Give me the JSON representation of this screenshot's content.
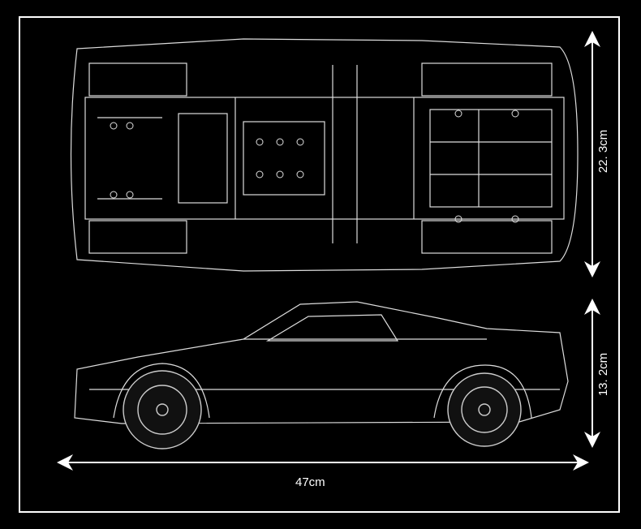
{
  "dimensions": {
    "width_top": "22. 3cm",
    "height_side": "13. 2cm",
    "length": "47cm"
  },
  "colors": {
    "background": "#000000",
    "line": "#ffffff"
  }
}
